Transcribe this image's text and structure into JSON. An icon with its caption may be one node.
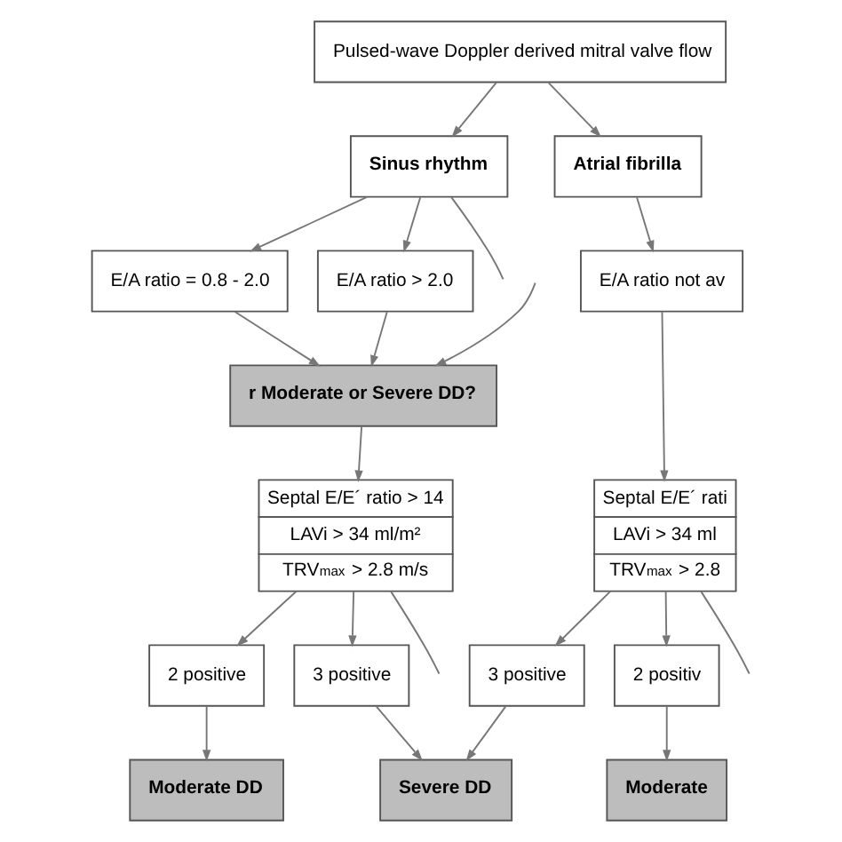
{
  "diagram": {
    "nodes": [
      {
        "text": [
          "Pulsed-wave Doppler derived mitral valve flow"
        ]
      },
      {
        "text": [
          "Sinus rhythm"
        ]
      },
      {
        "text": [
          "Atrial fibrilla"
        ]
      },
      {
        "text": [
          "E/A ratio = 0.8 - 2.0"
        ]
      },
      {
        "text": [
          "E/A ratio > 2.0"
        ]
      },
      {
        "text": [
          "E/A ratio not av"
        ]
      },
      {
        "text": [
          "r Moderate or Severe DD?"
        ]
      },
      {
        "text": [
          "Septal E/E´ ratio > 14",
          "LAVi > 34 ml/m²",
          "TRV$_{max}$ > 2.8 m/s"
        ]
      },
      {
        "text": [
          "Septal E/E´ rati",
          "LAVi > 34 ml",
          "TRV$_{max}$ > 2.8"
        ]
      },
      {
        "text": [
          "2 positive"
        ]
      },
      {
        "text": [
          "3 positive"
        ]
      },
      {
        "text": [
          "3 positive"
        ]
      },
      {
        "text": [
          "2 positiv"
        ]
      },
      {
        "text": [
          "Moderate DD"
        ]
      },
      {
        "text": [
          "Severe DD"
        ]
      },
      {
        "text": [
          "Moderate"
        ]
      }
    ],
    "edges": [
      {
        "from": 0,
        "to": 1,
        "arrow": "to"
      },
      {
        "from": 0,
        "to": 2,
        "arrow": "to"
      },
      {
        "from": 1,
        "to": null,
        "arrow": "none"
      },
      {
        "from": 1,
        "to": 3,
        "arrow": "to"
      },
      {
        "from": 1,
        "to": 4,
        "arrow": "to"
      },
      {
        "from": 2,
        "to": 5,
        "arrow": "to"
      },
      {
        "from": null,
        "to": 6,
        "arrow": "to"
      },
      {
        "from": 3,
        "to": 6,
        "arrow": "to"
      },
      {
        "from": 4,
        "to": 6,
        "arrow": "to"
      },
      {
        "from": 6,
        "to": 7,
        "arrow": "to"
      },
      {
        "from": 5,
        "to": 8,
        "arrow": "to"
      },
      {
        "from": 7,
        "to": null,
        "arrow": "none"
      },
      {
        "from": 7,
        "to": 9,
        "arrow": "to"
      },
      {
        "from": 7,
        "to": 10,
        "arrow": "to"
      },
      {
        "from": 8,
        "to": 11,
        "arrow": "to"
      },
      {
        "from": 8,
        "to": 12,
        "arrow": "to"
      },
      {
        "from": 8,
        "to": null,
        "arrow": "none"
      },
      {
        "from": 9,
        "to": 13,
        "arrow": "to"
      },
      {
        "from": 10,
        "to": 14,
        "arrow": "to"
      },
      {
        "from": 11,
        "to": 14,
        "arrow": "to"
      },
      {
        "from": 12,
        "to": 15,
        "arrow": "to"
      }
    ]
  }
}
